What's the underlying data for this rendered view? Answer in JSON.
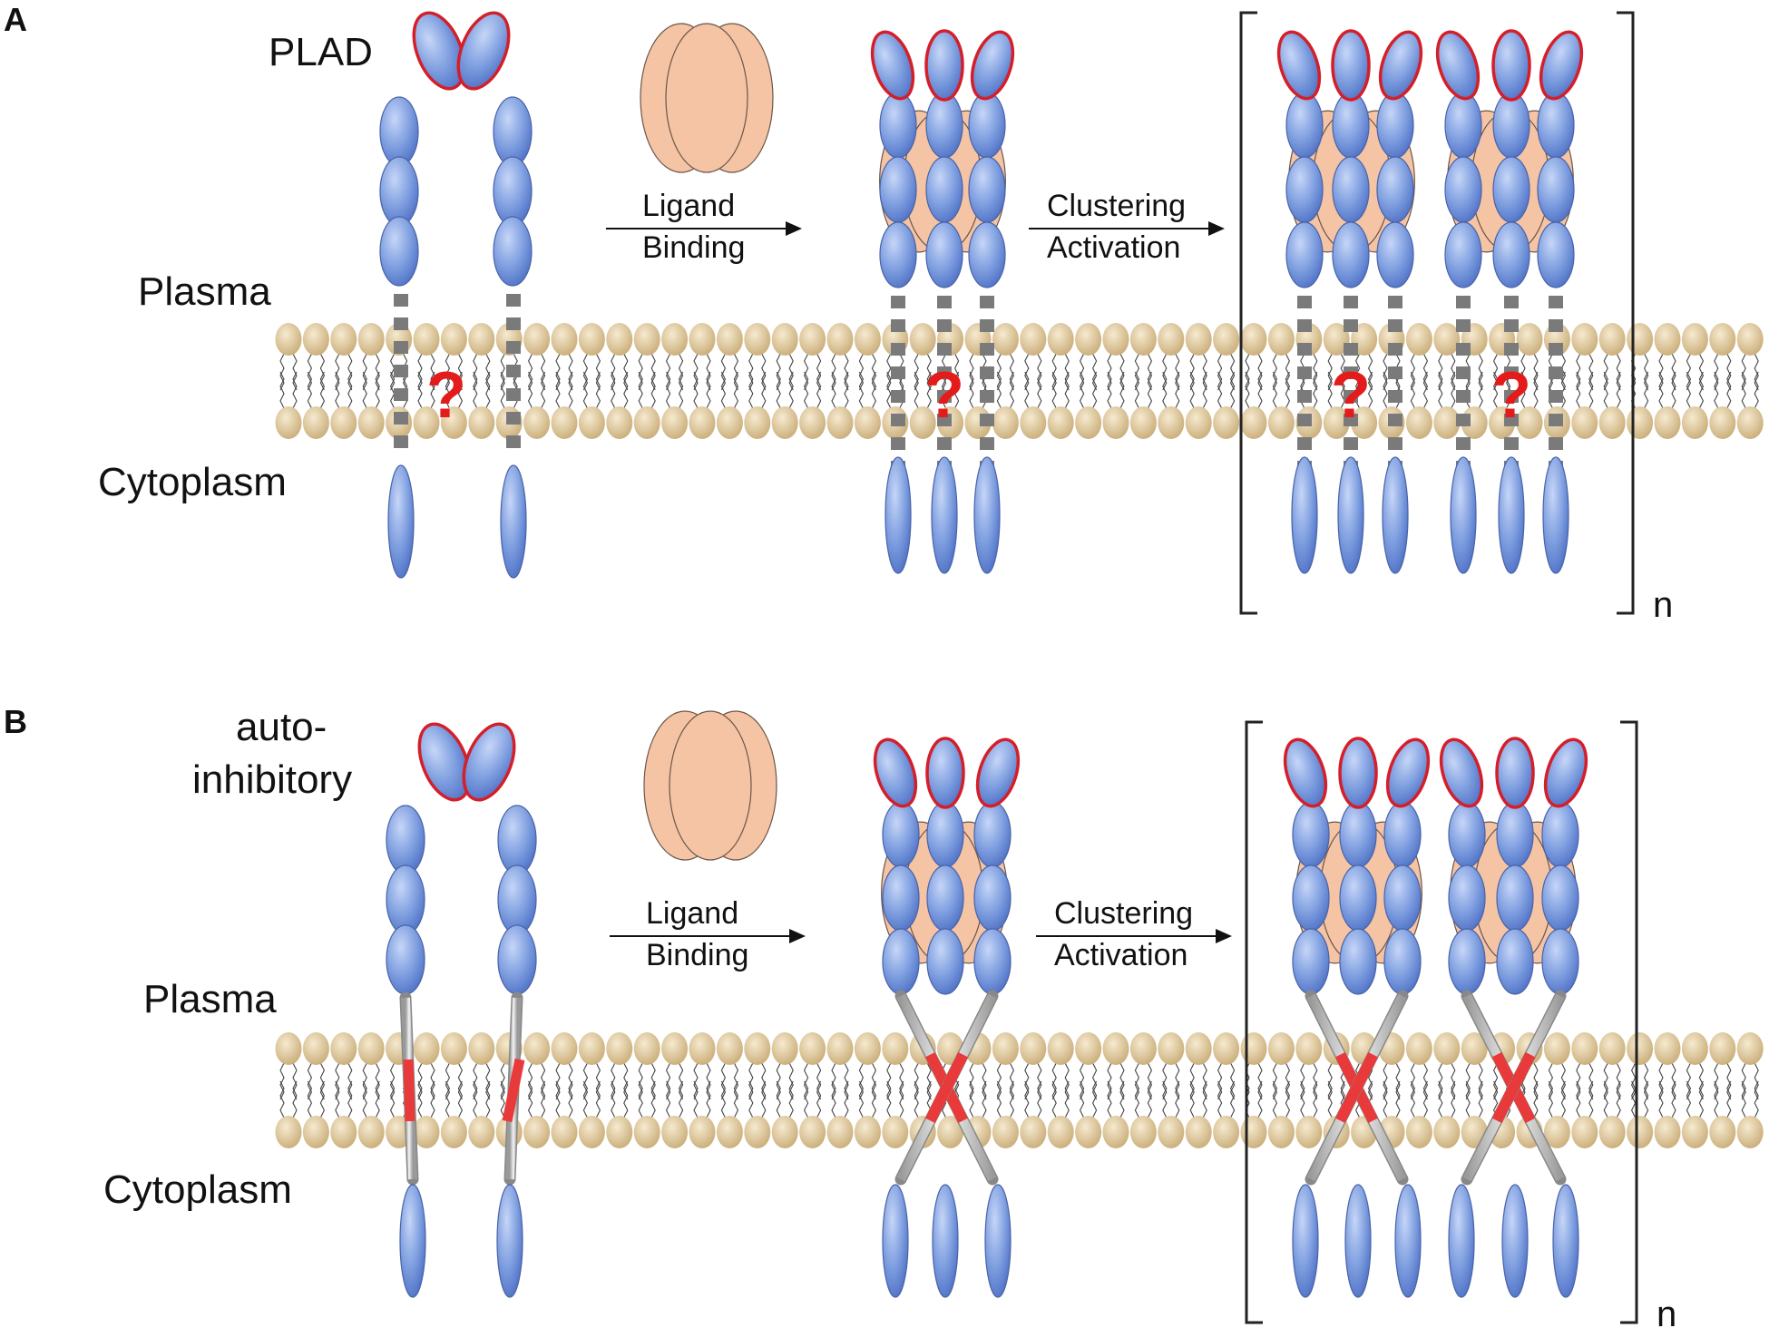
{
  "panels": [
    {
      "letter": "A",
      "domain_label": "PLAD",
      "plasma_label": "Plasma",
      "cytoplasm_label": "Cytoplasm",
      "arrow1": {
        "line1": "Ligand",
        "line2": "Binding"
      },
      "arrow2": {
        "line1": "Clustering",
        "line2": "Activation"
      },
      "unknown_mark": "?",
      "subscript": "n"
    },
    {
      "letter": "B",
      "domain_label_line1": "auto-",
      "domain_label_line2": "inhibitory",
      "plasma_label": "Plasma",
      "cytoplasm_label": "Cytoplasm",
      "arrow1": {
        "line1": "Ligand",
        "line2": "Binding"
      },
      "arrow2": {
        "line1": "Clustering",
        "line2": "Activation"
      },
      "subscript": "n"
    }
  ],
  "colors": {
    "receptor_domain": "#7f9fe0",
    "plad_outline": "#d41f2a",
    "ligand": "#f4c4a4",
    "membrane_head": "#e6cfa2",
    "tm_linker": "#7a7a7a",
    "tm_helix": "#e83a3a",
    "question_mark": "#e41b1b"
  }
}
